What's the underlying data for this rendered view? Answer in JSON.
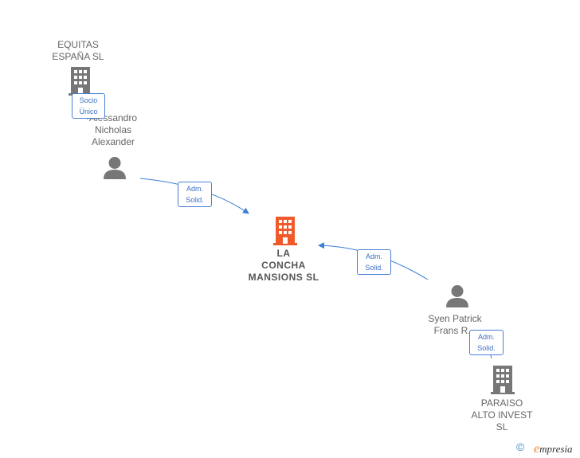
{
  "nodes": {
    "equitas": {
      "label": "EQUITAS\nESPAÑA  SL",
      "icon": "building-icon",
      "color": "#777777"
    },
    "alessandro": {
      "label": "Alessandro\nNicholas\nAlexander",
      "icon": "person-icon",
      "color": "#777777"
    },
    "la_concha": {
      "label": "LA\nCONCHA\nMANSIONS  SL",
      "icon": "building-icon",
      "color": "#f05a2a"
    },
    "syen": {
      "label": "Syen Patrick\nFrans R...",
      "icon": "person-icon",
      "color": "#777777"
    },
    "paraiso": {
      "label": "PARAISO\nALTO INVEST\nSL",
      "icon": "building-icon",
      "color": "#777777"
    }
  },
  "edges": [
    {
      "from": "equitas",
      "to": "alessandro",
      "label": "Socio\nÚnico"
    },
    {
      "from": "alessandro",
      "to": "la_concha",
      "label": "Adm.\nSolid."
    },
    {
      "from": "syen",
      "to": "la_concha",
      "label": "Adm.\nSolid."
    },
    {
      "from": "syen",
      "to": "paraiso",
      "label": "Adm.\nSolid."
    }
  ],
  "colors": {
    "edge": "#3b7fd4",
    "main_node": "#f05a2a",
    "node": "#777777"
  },
  "footer": {
    "copyright_symbol": "©",
    "brand_initial": "e",
    "brand_rest": "mpresia"
  }
}
